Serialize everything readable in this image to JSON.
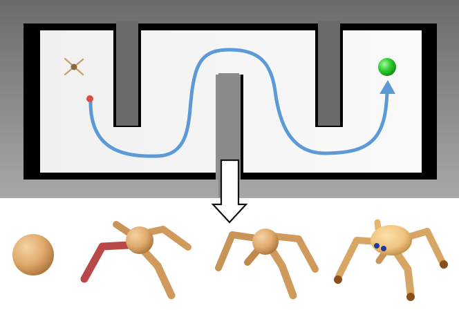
{
  "colors": {
    "backdrop_top": "#6b6b6b",
    "backdrop_bottom": "#a6a6a6",
    "wall": "#000000",
    "maze_floor": "#f4f4f4",
    "inner_wall": "#6a6a6a",
    "path": "#5b9ad6",
    "start_dot": "#e24a4a",
    "goal": "#2fcf2f",
    "robot_body": "#e0aa6c",
    "robot_limb": "#d09a5c",
    "robot_limb_highlight": "#b94848",
    "robot_eye": "#1e3a9c",
    "robot_foot": "#8a4e1a",
    "arrow_stroke": "#111111",
    "arrow_fill": "#ffffff"
  },
  "icons": {
    "start_marker": "mini-ant-icon",
    "goal_marker": "goal-sphere-icon",
    "transition": "down-arrow-icon"
  },
  "robots": [
    {
      "name": "ball-robot"
    },
    {
      "name": "quadruped-highlighted-leg"
    },
    {
      "name": "quadruped"
    },
    {
      "name": "quadruped-with-eyes"
    }
  ]
}
